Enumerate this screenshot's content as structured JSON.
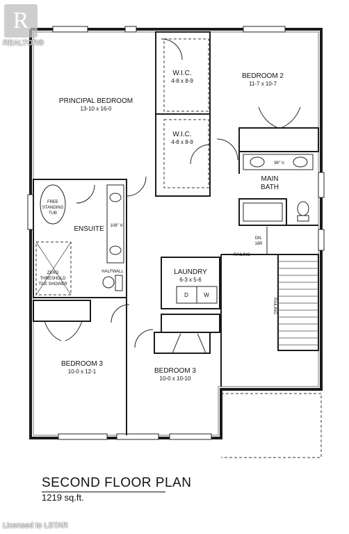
{
  "watermark": {
    "brand": "REALTOR®",
    "footer": "Licensed to LSTAR"
  },
  "plan": {
    "title": "SECOND FLOOR PLAN",
    "area": "1219 sq.ft."
  },
  "rooms": {
    "principal_bedroom": {
      "name": "PRINCIPAL BEDROOM",
      "size": "13-10 x 16-0"
    },
    "wic_upper": {
      "name": "W.I.C.",
      "size": "4-8 x 8-9"
    },
    "wic_lower": {
      "name": "W.I.C.",
      "size": "4-8 x 8-9"
    },
    "bedroom2": {
      "name": "BEDROOM 2",
      "size": "11-7 x 10-7"
    },
    "main_bath": {
      "name": "MAIN\nBATH",
      "line1": "MAIN",
      "line2": "BATH"
    },
    "ensuite": {
      "name": "ENSUITE"
    },
    "laundry": {
      "name": "LAUNDRY",
      "size": "6-3 x 5-6"
    },
    "bedroom3_left": {
      "name": "BEDROOM 3",
      "size": "10-0 x 12-1"
    },
    "bedroom3_right": {
      "name": "BEDROOM 3",
      "size": "10-0 x 10-10"
    }
  },
  "notes": {
    "tub_1": "FREE",
    "tub_2": "STANDING",
    "tub_3": "TUB",
    "shower_1": "ZERO",
    "shower_2": "THRESHOLD",
    "shower_3": "TILE SHOWER",
    "vanity_ensuite": "108\" V.",
    "vanity_main": "96\" V.",
    "halfwall": "HALFWALL",
    "railing_top": "RAILING",
    "railing_side": "RAILING",
    "stairs_1": "DN.",
    "stairs_2": "16R",
    "dryer": "D",
    "washer": "W"
  }
}
